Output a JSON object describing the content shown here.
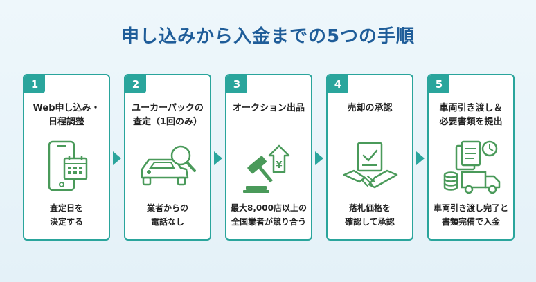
{
  "title": "申し込みから入金までの5つの手順",
  "steps": [
    {
      "number": "1",
      "title_line1": "Web申し込み・",
      "title_line2": "日程調整",
      "desc_line1": "査定日を",
      "desc_line2": "決定する",
      "icon": "smartphone-calendar-icon"
    },
    {
      "number": "2",
      "title_line1": "ユーカーパックの",
      "title_line2": "査定（1回のみ）",
      "desc_line1": "業者からの",
      "desc_line2": "電話なし",
      "icon": "car-magnifier-icon"
    },
    {
      "number": "3",
      "title_line1": "オークション出品",
      "title_line2": "",
      "desc_line1": "最大8,000店以上の",
      "desc_line2": "全国業者が競り合う",
      "icon": "gavel-yen-icon"
    },
    {
      "number": "4",
      "title_line1": "売却の承認",
      "title_line2": "",
      "desc_line1": "落札価格を",
      "desc_line2": "確認して承認",
      "icon": "handshake-document-icon"
    },
    {
      "number": "5",
      "title_line1": "車両引き渡し＆",
      "title_line2": "必要書類を提出",
      "desc_line1": "車両引き渡し完了と",
      "desc_line2": "書類完備で入金",
      "icon": "documents-truck-icon"
    }
  ],
  "colors": {
    "accent": "#2aa59c",
    "title": "#1f5d99",
    "icon": "#4a9a5a"
  }
}
